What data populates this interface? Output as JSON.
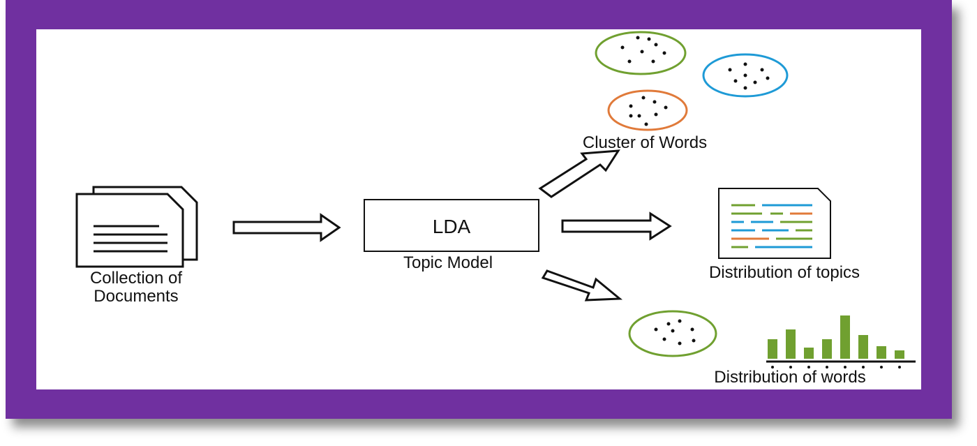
{
  "nodes": {
    "documents_label_line1": "Collection of",
    "documents_label_line2": "Documents",
    "lda_box_label": "LDA",
    "lda_caption": "Topic Model",
    "cluster_label": "Cluster of Words",
    "topics_label": "Distribution of topics",
    "words_label": "Distribution of words"
  },
  "colors": {
    "frame": "#7030a0",
    "green": "#70a030",
    "blue": "#1e9ad6",
    "orange": "#e07a3a",
    "black": "#111111"
  },
  "icons": [
    "documents-icon",
    "cluster-circle-icon",
    "topic-document-icon",
    "word-bar-chart-icon"
  ]
}
